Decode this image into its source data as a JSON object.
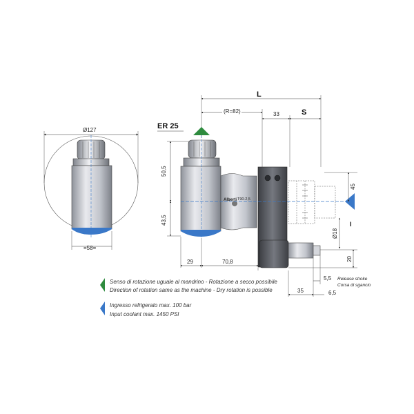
{
  "colors": {
    "coolant_blue": "#3a78c8",
    "rotation_green": "#2e8b3e",
    "body_gray": "#b9bcc4",
    "dark_gray": "#5a5d63"
  },
  "left_view": {
    "diameter_label": "Ø127",
    "bottom_label": "=58="
  },
  "side_view": {
    "collet_label": "ER 25",
    "dim_L": "L",
    "dim_R": "(R=82)",
    "dim_33": "33",
    "dim_S": "S",
    "dim_50_5": "50,5",
    "dim_43_5": "43,5",
    "dim_29": "29",
    "dim_70_8": "70,8",
    "dim_45": "45",
    "dim_18": "Ø18",
    "dim_20": "20",
    "dim_5_5": "5,5",
    "dim_35": "35",
    "dim_6_5": "6,5",
    "release_en": "Release stroke",
    "release_it": "Corsa di sgancio",
    "marking": "T90-2,5",
    "brand": "Alberti",
    "cross_label": "I"
  },
  "legend": {
    "rotation_it": "Senso di rotazione uguale al mandrino - Rotazione a secco possibile",
    "rotation_en": "Direction of rotation same as the machine - Dry rotation is possible",
    "coolant_it": "Ingresso refrigerato max. 100 bar",
    "coolant_en": "Input coolant max. 1450 PSI"
  }
}
